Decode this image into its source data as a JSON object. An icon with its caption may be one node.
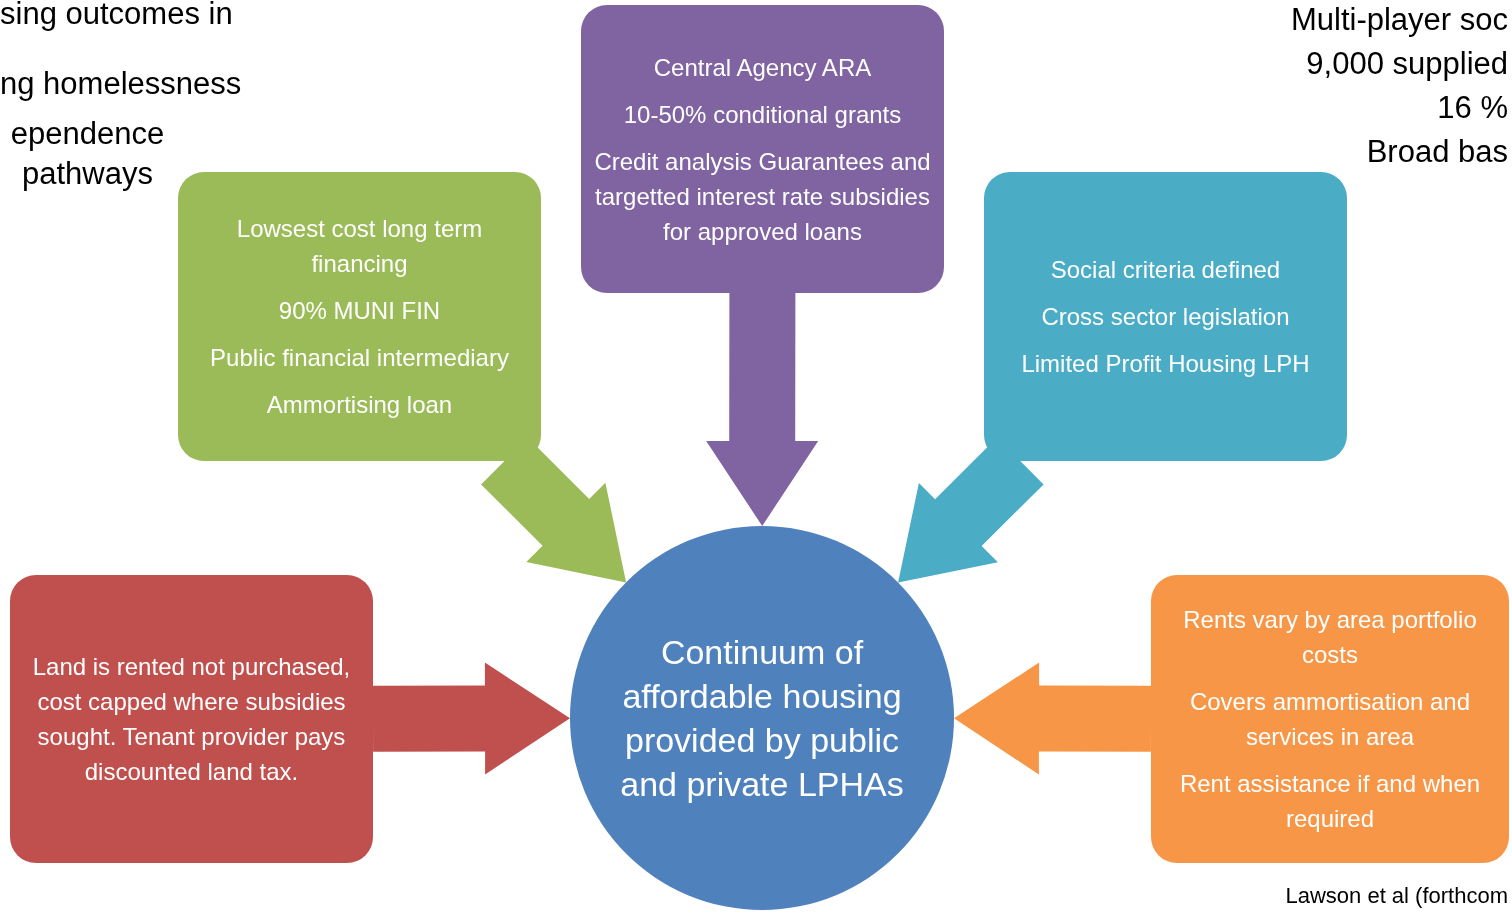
{
  "diagram": {
    "nodes": [
      {
        "text": [
          "Lowsest cost long term financing",
          "90% MUNI FIN",
          "Public  financial intermediary",
          "Ammortising loan"
        ]
      },
      {
        "text": [
          "Central Agency ARA",
          "10-50% conditional grants",
          "Credit analysis Guarantees and targetted interest rate subsidies for approved loans"
        ]
      },
      {
        "text": [
          "Social criteria defined",
          "Cross sector legislation",
          "Limited Profit Housing LPH"
        ]
      },
      {
        "text": [
          "Land is rented not purchased, cost capped where subsidies sought. Tenant provider pays discounted land tax."
        ]
      },
      {
        "text": [
          "Continuum of affordable housing provided by public and private LPHAs"
        ]
      },
      {
        "text": [
          "Rents vary by area portfolio costs",
          "Covers ammortisation and services in area",
          "Rent assistance if and when required"
        ]
      }
    ],
    "edges": [
      {
        "from": 0,
        "to": 4,
        "arrow": "to",
        "style": "thick",
        "color": "#9bbb59"
      },
      {
        "from": 1,
        "to": 4,
        "arrow": "to",
        "style": "thick",
        "color": "#8064a2"
      },
      {
        "from": 2,
        "to": 4,
        "arrow": "to",
        "style": "thick",
        "color": "#4bacc6"
      },
      {
        "from": 3,
        "to": 4,
        "arrow": "to",
        "style": "thick",
        "color": "#c0504d"
      },
      {
        "from": 5,
        "to": 4,
        "arrow": "to",
        "style": "thick",
        "color": "#f79646"
      }
    ],
    "labels": [
      "sing outcomes in",
      "ng homelessness",
      "ependence pathways",
      "Multi-player soc",
      "9,000 supplied",
      "16 %",
      "Broad bas",
      "Lawson et al (forthcom"
    ]
  }
}
